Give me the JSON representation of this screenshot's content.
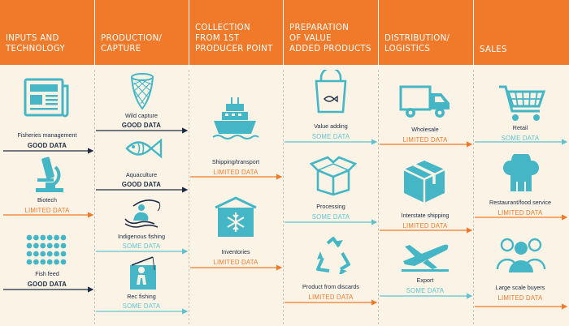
{
  "columns": [
    {
      "title": "INPUTS AND\nTECHNOLOGY"
    },
    {
      "title": "PRODUCTION/\nCAPTURE"
    },
    {
      "title": "COLLECTION\nFROM 1ST\nPRODUCER POINT"
    },
    {
      "title": "PREPARATION\nOF VALUE\nADDED PRODUCTS"
    },
    {
      "title": "DISTRIBUTION/\nLOGISTICS"
    },
    {
      "title": "SALES"
    }
  ],
  "items": {
    "fisheries_management": {
      "label": "Fisheries management",
      "quality": "GOOD DATA",
      "icon": "newspaper-icon"
    },
    "biotech": {
      "label": "Biotech",
      "quality": "LIMITED DATA",
      "icon": "microscope-icon"
    },
    "fish_feed": {
      "label": "Fish feed",
      "quality": "GOOD DATA",
      "icon": "fish-feed-icon"
    },
    "wild_capture": {
      "label": "Wild capture",
      "quality": "GOOD DATA",
      "icon": "fishing-net-icon"
    },
    "aquaculture": {
      "label": "Aquaculture",
      "quality": "GOOD DATA",
      "icon": "fish-icon"
    },
    "indigenous_fishing": {
      "label": "Indigenous fishing",
      "quality": "SOME DATA",
      "icon": "canoe-fishing-icon"
    },
    "rec_fishing": {
      "label": "Rec fishing",
      "quality": "SOME DATA",
      "icon": "rod-fishing-icon"
    },
    "shipping_transport": {
      "label": "Shipping/transport",
      "quality": "LIMITED DATA",
      "icon": "ship-icon"
    },
    "inventories": {
      "label": "Inventories",
      "quality": "LIMITED DATA",
      "icon": "cold-storage-icon"
    },
    "value_adding": {
      "label": "Value adding",
      "quality": "SOME DATA",
      "icon": "shopping-bag-icon"
    },
    "processing": {
      "label": "Processing",
      "quality": "SOME DATA",
      "icon": "open-box-icon"
    },
    "product_from_discards": {
      "label": "Product from discards",
      "quality": "LIMITED DATA",
      "icon": "recycle-icon"
    },
    "wholesale": {
      "label": "Wholesale",
      "quality": "LIMITED DATA",
      "icon": "delivery-truck-icon"
    },
    "interstate_shipping": {
      "label": "Interstate shipping",
      "quality": "LIMITED DATA",
      "icon": "parcel-icon"
    },
    "export": {
      "label": "Export",
      "quality": "SOME DATA",
      "icon": "airplane-icon"
    },
    "retail": {
      "label": "Retail",
      "quality": "SOME DATA",
      "icon": "shopping-cart-icon"
    },
    "restaurant": {
      "label": "Restaurant/food service",
      "quality": "LIMITED DATA",
      "icon": "chef-hat-icon"
    },
    "large_scale_buyers": {
      "label": "Large scale buyers",
      "quality": "LIMITED DATA",
      "icon": "people-group-icon"
    }
  },
  "colors": {
    "header": "#f07a2a",
    "background": "#fbf4e6",
    "good": "#1c2a44",
    "some": "#5fc3cf",
    "limited": "#f07a2a",
    "icon": "#45b6c6"
  }
}
